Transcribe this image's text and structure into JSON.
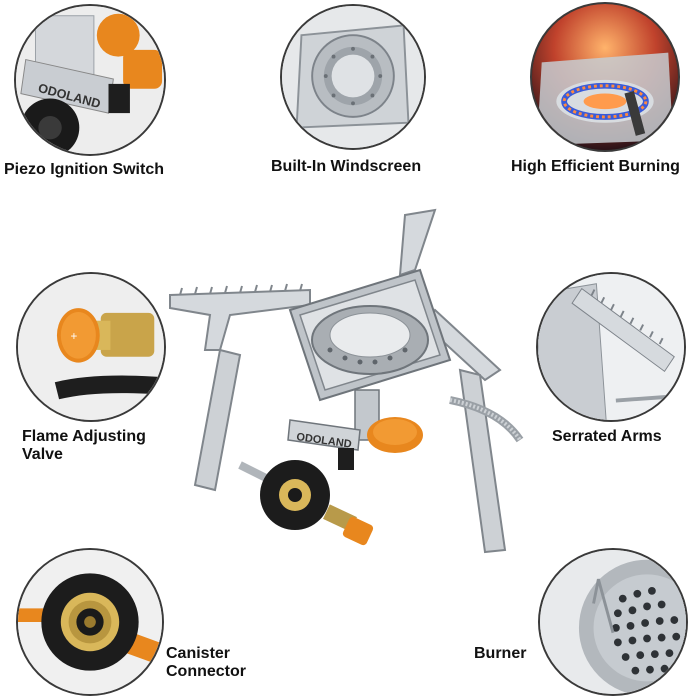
{
  "features": {
    "piezo": "Piezo Ignition Switch",
    "windscreen": "Built-In Windscreen",
    "burning": "High Efficient Burning",
    "valve_line1": "Flame Adjusting",
    "valve_line2": "Valve",
    "arms": "Serrated Arms",
    "canister_line1": "Canister",
    "canister_line2": "Connector",
    "burner": "Burner"
  },
  "brand": "ODOLAND",
  "colors": {
    "orange": "#e8871e",
    "steel": "#c9cdd2",
    "dark": "#222222",
    "flame_blue": "#3a5bd9",
    "flame_orange": "#ff8a3d"
  }
}
